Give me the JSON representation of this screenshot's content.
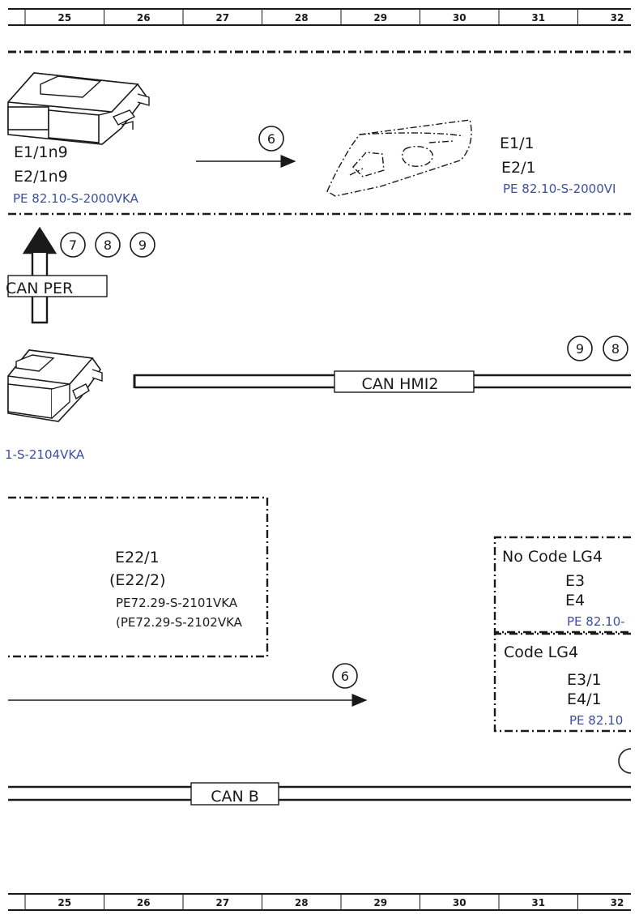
{
  "ruler": {
    "columns": [
      "25",
      "26",
      "27",
      "28",
      "29",
      "30",
      "31",
      "32"
    ]
  },
  "top_module": {
    "codes": [
      "E1/1n9",
      "E2/1n9"
    ],
    "doc_ref": "PE 82.10-S-2000VKA"
  },
  "headlamp": {
    "codes": [
      "E1/1",
      "E2/1"
    ],
    "doc_ref": "PE 82.10-S-2000VI"
  },
  "refs": {
    "arrow_top": "6",
    "up_arrow": [
      "7",
      "8",
      "9"
    ],
    "hmi_right": [
      "9",
      "8"
    ],
    "arrow_bottom": "6"
  },
  "bus": {
    "can_per": "CAN PER",
    "can_hmi2": "CAN HMI2",
    "can_b": "CAN B"
  },
  "left_module": {
    "doc_ref": "1-S-2104VKA"
  },
  "box_e22": {
    "codes": [
      "E22/1",
      "(E22/2)"
    ],
    "doc_refs": [
      "PE72.29-S-2101VKA",
      "(PE72.29-S-2102VKA"
    ]
  },
  "box_lg4": {
    "no_code": {
      "title": "No Code LG4",
      "codes": [
        "E3",
        "E4"
      ],
      "doc_ref": "PE 82.10-"
    },
    "code": {
      "title": "Code LG4",
      "codes": [
        "E3/1",
        "E4/1"
      ],
      "doc_ref": "PE 82.10"
    }
  }
}
